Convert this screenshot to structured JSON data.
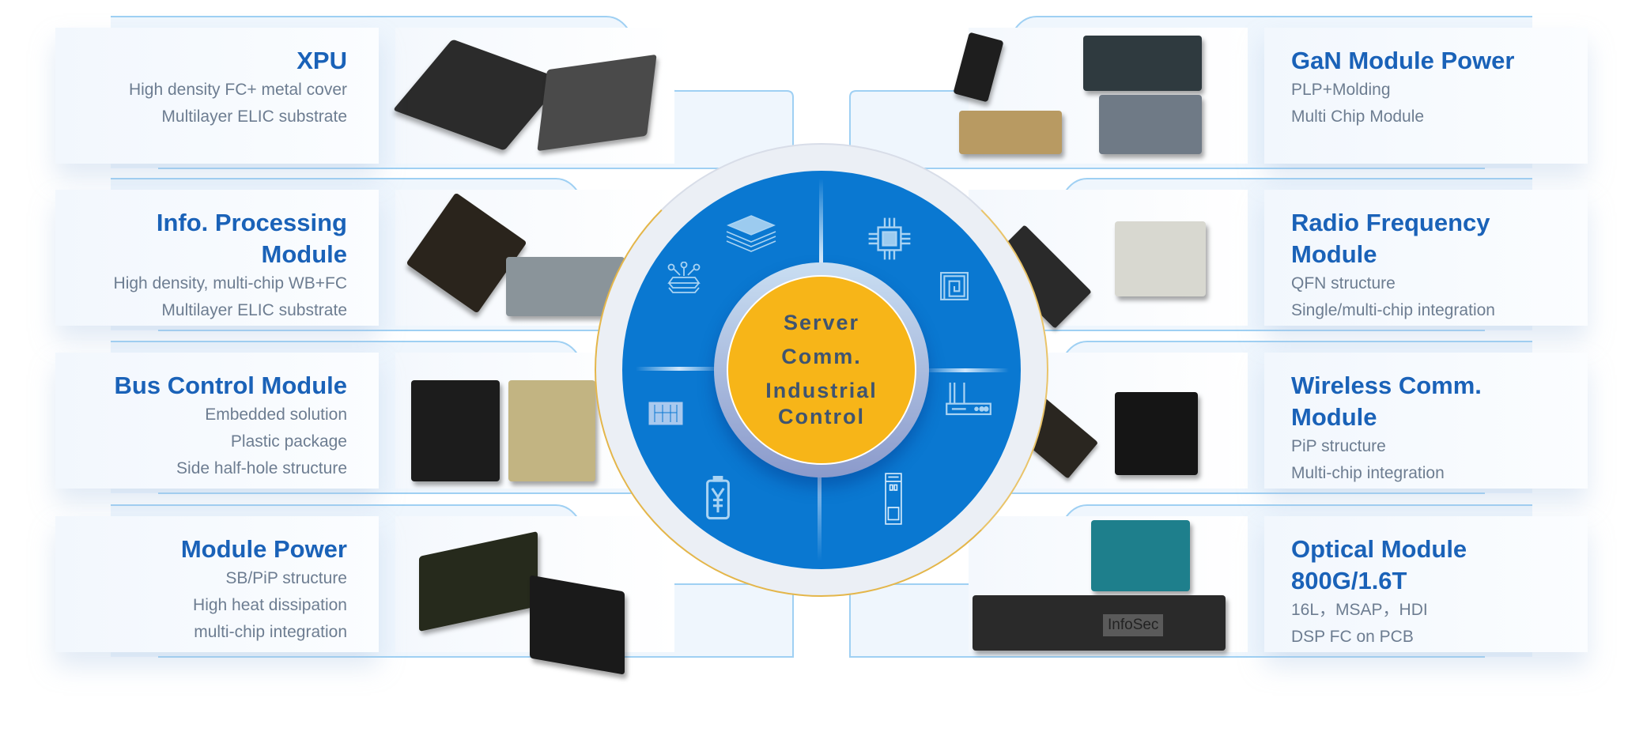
{
  "center": {
    "lines": [
      "Server",
      "Comm.",
      "Industrial",
      "Control"
    ]
  },
  "left_cards": [
    {
      "title": [
        "XPU"
      ],
      "desc": [
        "High density FC+ metal cover",
        "Multilayer ELIC substrate"
      ]
    },
    {
      "title": [
        "Info. Processing",
        "Module"
      ],
      "desc": [
        "High density, multi-chip WB+FC",
        "Multilayer ELIC substrate"
      ]
    },
    {
      "title": [
        "Bus Control Module"
      ],
      "desc": [
        "Embedded solution",
        "Plastic package",
        "Side half-hole structure"
      ]
    },
    {
      "title": [
        "Module Power"
      ],
      "desc": [
        "SB/PiP structure",
        "High heat dissipation",
        "multi-chip integration"
      ]
    }
  ],
  "right_cards": [
    {
      "title": [
        "GaN Module Power"
      ],
      "desc": [
        "PLP+Molding",
        "Multi Chip Module"
      ]
    },
    {
      "title": [
        "Radio Frequency",
        "Module"
      ],
      "desc": [
        "QFN structure",
        "Single/multi-chip integration"
      ]
    },
    {
      "title": [
        "Wireless Comm.",
        "Module"
      ],
      "desc": [
        "PiP structure",
        "Multi-chip integration"
      ]
    },
    {
      "title": [
        "Optical Module",
        "800G/1.6T"
      ],
      "desc": [
        "16L，MSAP，HDI",
        "DSP FC on PCB"
      ]
    }
  ],
  "image_labels": {
    "optical_pcb": "InfoSec"
  },
  "icons": [
    "layers-icon",
    "chip-icon",
    "nfc-icon",
    "router-icon",
    "optical-transceiver-icon",
    "battery-yen-icon",
    "control-panel-icon",
    "circuit-stack-icon"
  ],
  "colors": {
    "title": "#1a62b8",
    "desc": "#6d7d91",
    "wheel": "#0a78d1",
    "hub": "#f7b518",
    "outline": "#9fd0f3"
  }
}
